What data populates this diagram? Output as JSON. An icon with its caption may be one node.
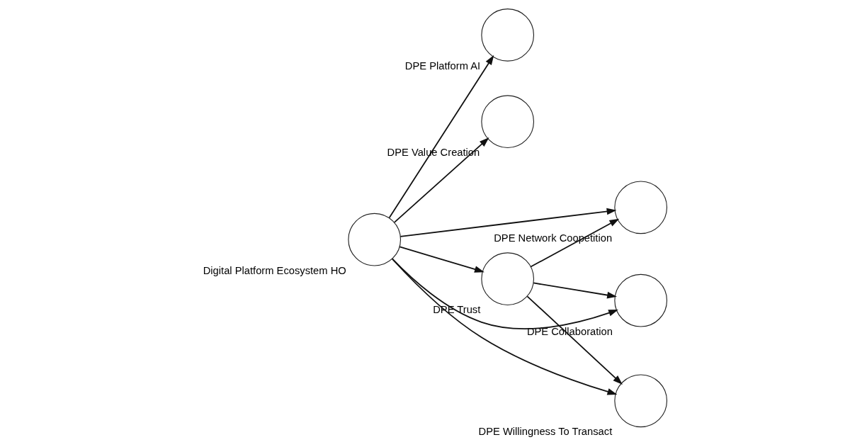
{
  "diagram": {
    "nodes": [
      {
        "text": [
          "Digital Platform Ecosystem HO"
        ]
      },
      {
        "text": [
          "DPE Platform AI"
        ]
      },
      {
        "text": [
          "DPE Value Creation"
        ]
      },
      {
        "text": [
          "DPE Trust"
        ]
      },
      {
        "text": [
          "DPE Network Coopetition"
        ]
      },
      {
        "text": [
          "DPE Collaboration"
        ]
      },
      {
        "text": [
          "DPE Willingness To Transact"
        ]
      }
    ],
    "edges": [
      {
        "from": 0,
        "to": 1,
        "arrow": "to"
      },
      {
        "from": 0,
        "to": 2,
        "arrow": "to"
      },
      {
        "from": 0,
        "to": 3,
        "arrow": "to"
      },
      {
        "from": 0,
        "to": 4,
        "arrow": "to"
      },
      {
        "from": 0,
        "to": 5,
        "arrow": "to"
      },
      {
        "from": 0,
        "to": 6,
        "arrow": "to"
      },
      {
        "from": 3,
        "to": 4,
        "arrow": "to"
      },
      {
        "from": 3,
        "to": 5,
        "arrow": "to"
      },
      {
        "from": 3,
        "to": 6,
        "arrow": "to"
      }
    ]
  }
}
